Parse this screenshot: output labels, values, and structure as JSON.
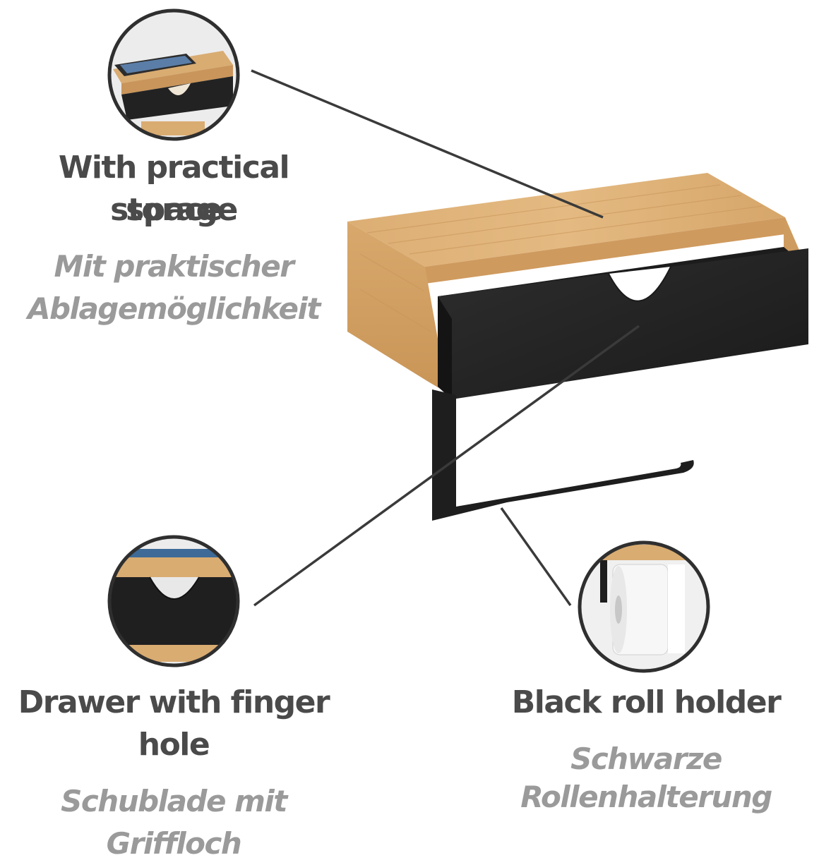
{
  "features": [
    {
      "title_en_line1": "With practical storage",
      "title_en_line2": "space",
      "title_de_line1": "Mit praktischer",
      "title_de_line2": "Ablagemöglichkeit"
    },
    {
      "title_en_line1": "Drawer with finger",
      "title_en_line2": "hole",
      "title_de_line1": "Schublade mit Griffloch"
    },
    {
      "title_en_line1": "Black roll holder",
      "title_de_line1": "Schwarze",
      "title_de_line2": "Rollenhalterung"
    }
  ],
  "colors": {
    "bamboo": "#d9ac72",
    "bamboo_dark": "#c8955a",
    "drawer": "#242424",
    "metal": "#1e1e1e",
    "leader_line": "#3a3a3a",
    "label_en": "#4a4a4a",
    "label_de": "#9a9a9a"
  },
  "icons": [
    "phone-icon",
    "toilet-paper-roll-icon"
  ]
}
